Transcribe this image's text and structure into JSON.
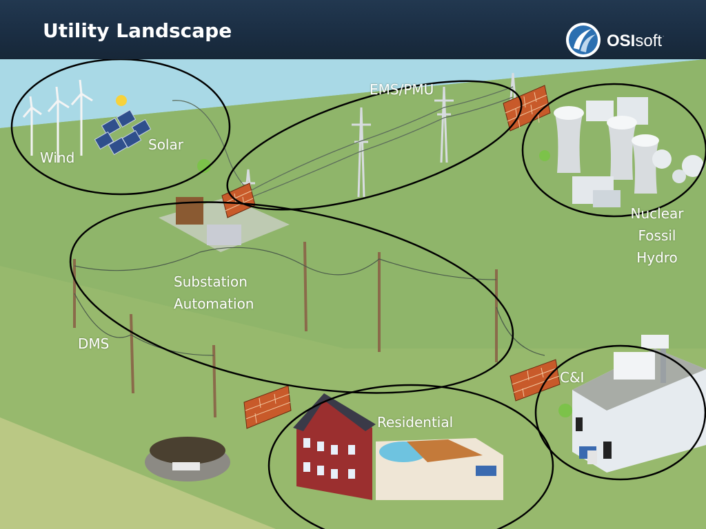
{
  "header": {
    "title": "Utility Landscape",
    "logo": {
      "bold": "OSI",
      "rest": "soft",
      "mark": "."
    }
  },
  "labels": {
    "wind": "Wind",
    "solar": "Solar",
    "ems": "EMS/PMU",
    "generation": [
      "Nuclear",
      "Fossil",
      "Hydro"
    ],
    "substation": [
      "Substation",
      "Automation"
    ],
    "dms": "DMS",
    "ci": "C&I",
    "residential": "Residential"
  },
  "colors": {
    "sky": "#a9d9e6",
    "ground": "#8fb56a",
    "header": "#1e3349",
    "brick": "#c85a2a",
    "house": "#9b2f2f",
    "ellipse": "#000000"
  }
}
